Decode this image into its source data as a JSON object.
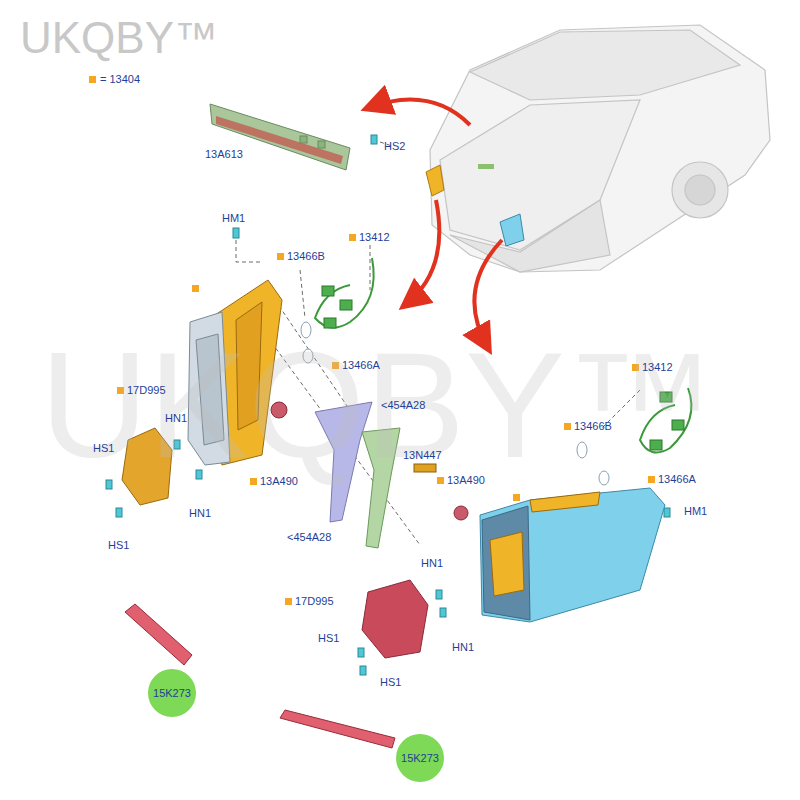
{
  "diagram": {
    "nodes": [
      {
        "text": [
          "15K273"
        ]
      },
      {
        "text": [
          "15K273"
        ]
      }
    ],
    "labels": [
      "UKQBY™",
      "UKQBY™",
      "13A613",
      "HS2",
      "HM1",
      "13466B",
      "13412",
      "13466A",
      "17D995",
      "HN1",
      "HS1",
      "13A490",
      "<454A28",
      "HN1",
      "HS1",
      "<454A28",
      "13N447",
      "13A490",
      "13412",
      "13466B",
      "13466A",
      "HM1",
      "HN1",
      "17D995",
      "HS1",
      "HN1",
      "HS1"
    ],
    "legend": [
      {
        "text": "= 13404",
        "color": "#f5a623"
      }
    ]
  }
}
